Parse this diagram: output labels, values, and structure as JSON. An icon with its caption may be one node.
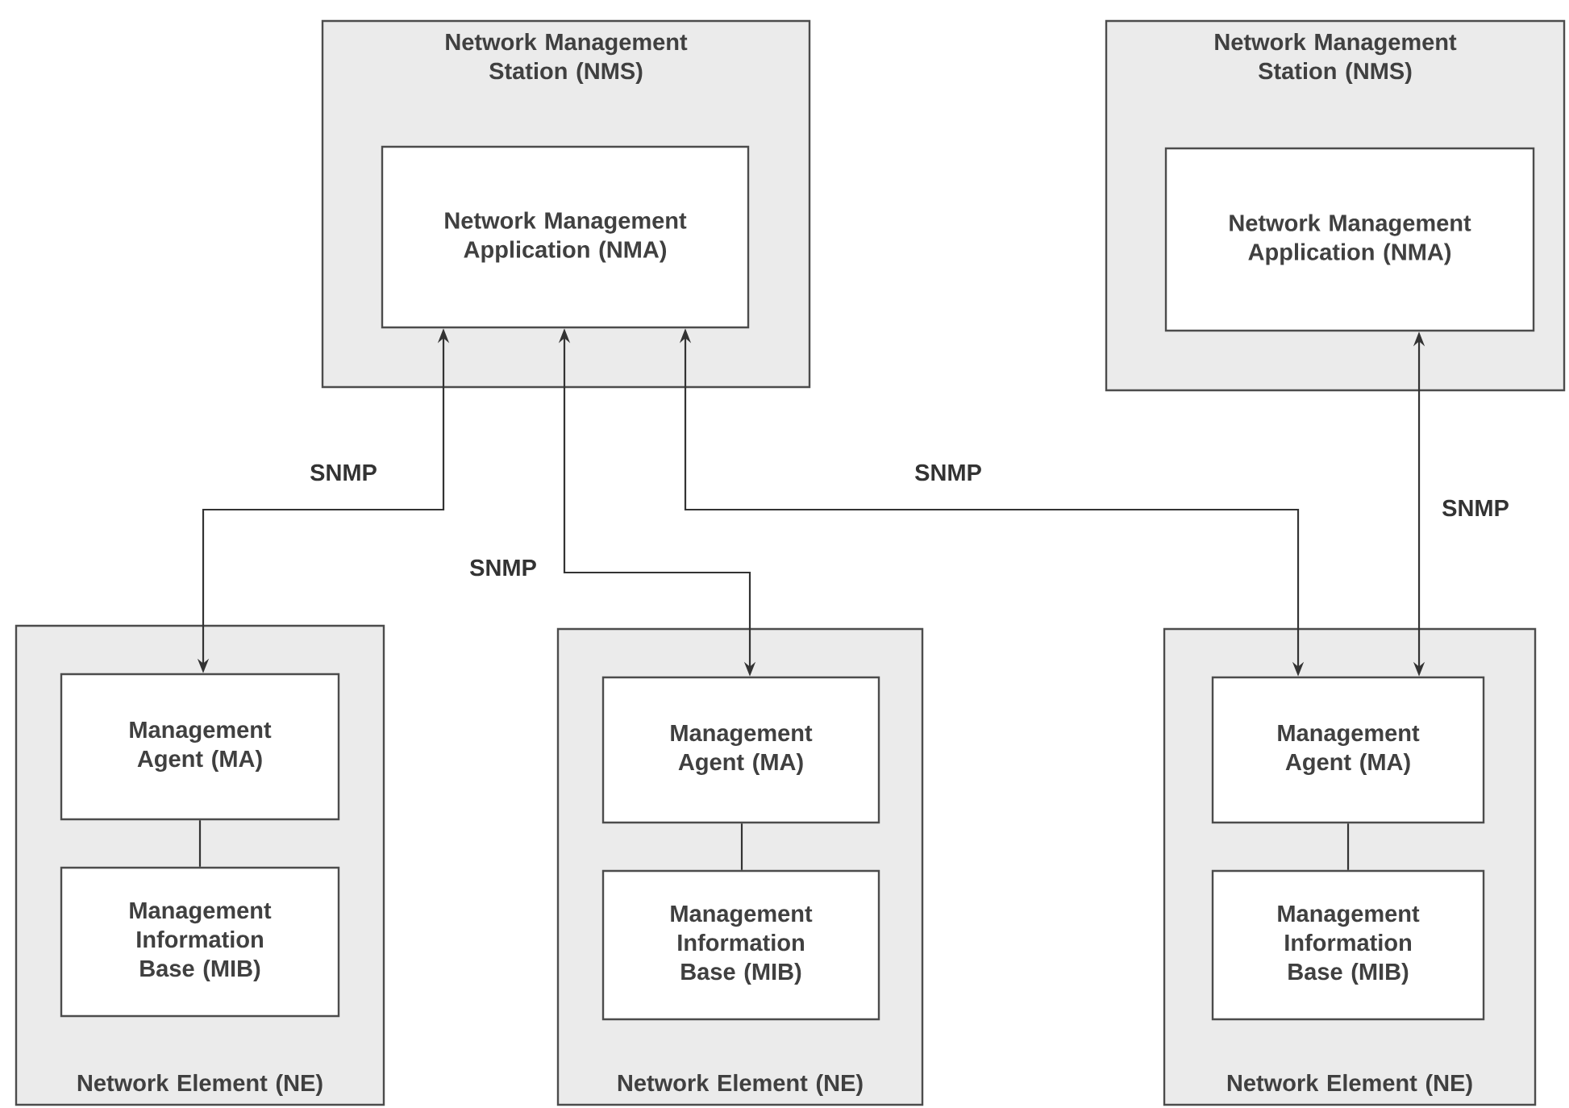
{
  "diagram": {
    "nodes": [
      {
        "text": [
          "Network Management Station (NMS)"
        ]
      },
      {
        "text": [
          "Network Management Application (NMA)"
        ],
        "in": 0
      },
      {
        "text": [
          "Network Management Station (NMS)"
        ]
      },
      {
        "text": [
          "Network Management Application (NMA)"
        ],
        "in": 2
      },
      {
        "text": [
          "Network Element (NE)"
        ]
      },
      {
        "text": [
          "Management Agent (MA)"
        ],
        "in": 4
      },
      {
        "text": [
          "Management Information Base (MIB)"
        ],
        "in": 4
      },
      {
        "text": [
          "Network Element (NE)"
        ]
      },
      {
        "text": [
          "Management Agent (MA)"
        ],
        "in": 7
      },
      {
        "text": [
          "Management Information Base (MIB)"
        ],
        "in": 7
      },
      {
        "text": [
          "Network Element (NE)"
        ]
      },
      {
        "text": [
          "Management Agent (MA)"
        ],
        "in": 10
      },
      {
        "text": [
          "Management Information Base (MIB)"
        ],
        "in": 10
      }
    ],
    "edges": [
      {
        "from": 1,
        "to": 5,
        "arrow": "both",
        "label": "SNMP"
      },
      {
        "from": 1,
        "to": 8,
        "arrow": "both",
        "label": "SNMP"
      },
      {
        "from": 1,
        "to": 11,
        "arrow": "both",
        "label": "SNMP"
      },
      {
        "from": 3,
        "to": 11,
        "arrow": "both",
        "label": "SNMP"
      },
      {
        "from": 5,
        "to": 6,
        "arrow": "none"
      },
      {
        "from": 8,
        "to": 9,
        "arrow": "none"
      },
      {
        "from": 11,
        "to": 12,
        "arrow": "none"
      }
    ]
  }
}
